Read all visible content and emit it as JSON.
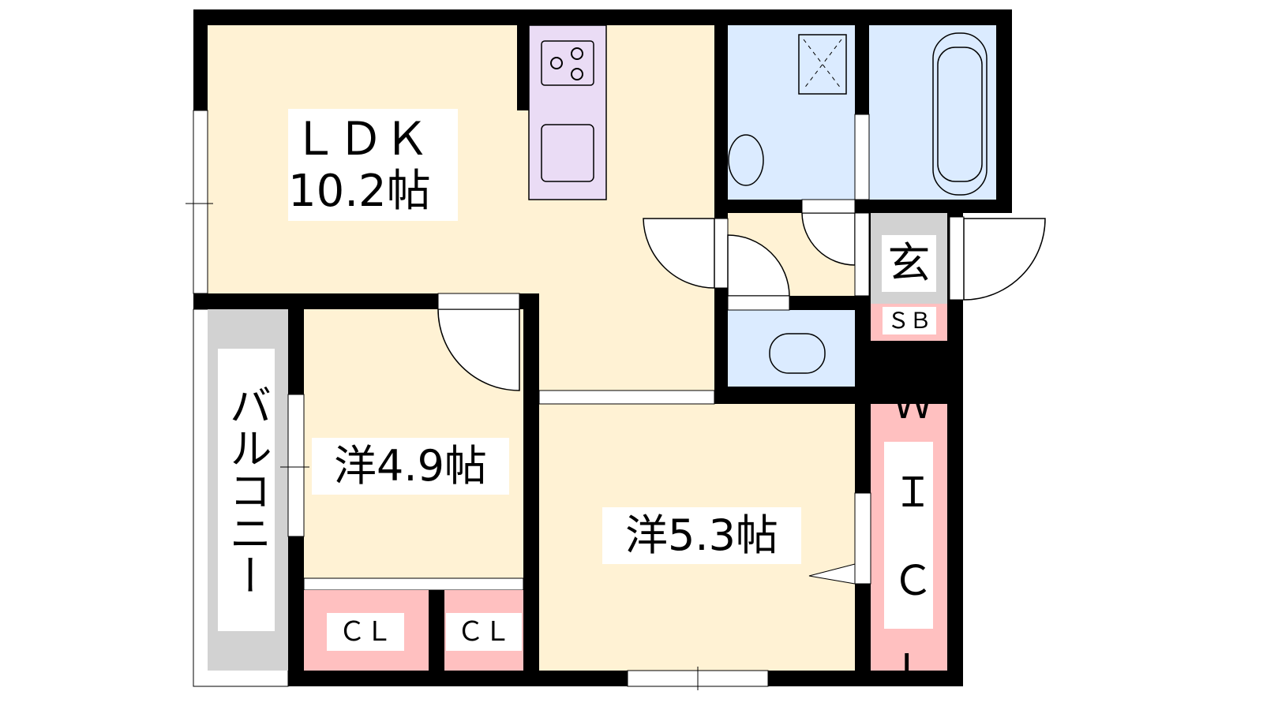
{
  "colors": {
    "wall": "#000000",
    "living": "#fff2d4",
    "wet": "#dbebff",
    "kitchen": "#eadcf5",
    "storage": "#ffc0c0",
    "entrance": "#d2d2d2",
    "balcony": "#d2d2d2"
  },
  "rooms": {
    "ldk": {
      "name": "ＬＤＫ",
      "size": "10.2帖"
    },
    "western1": {
      "name": "洋",
      "size": "4.9帖"
    },
    "western2": {
      "name": "洋",
      "size": "5.3帖"
    },
    "balcony": {
      "name": "バルコニー"
    },
    "entrance": {
      "name": "玄"
    },
    "shoe_box": {
      "name": "ＳＢ"
    },
    "closet1": {
      "name": "ＣＬ"
    },
    "closet2": {
      "name": "ＣＬ"
    },
    "wic": {
      "name": "Ｗ Ｉ Ｃ Ｌ"
    }
  }
}
